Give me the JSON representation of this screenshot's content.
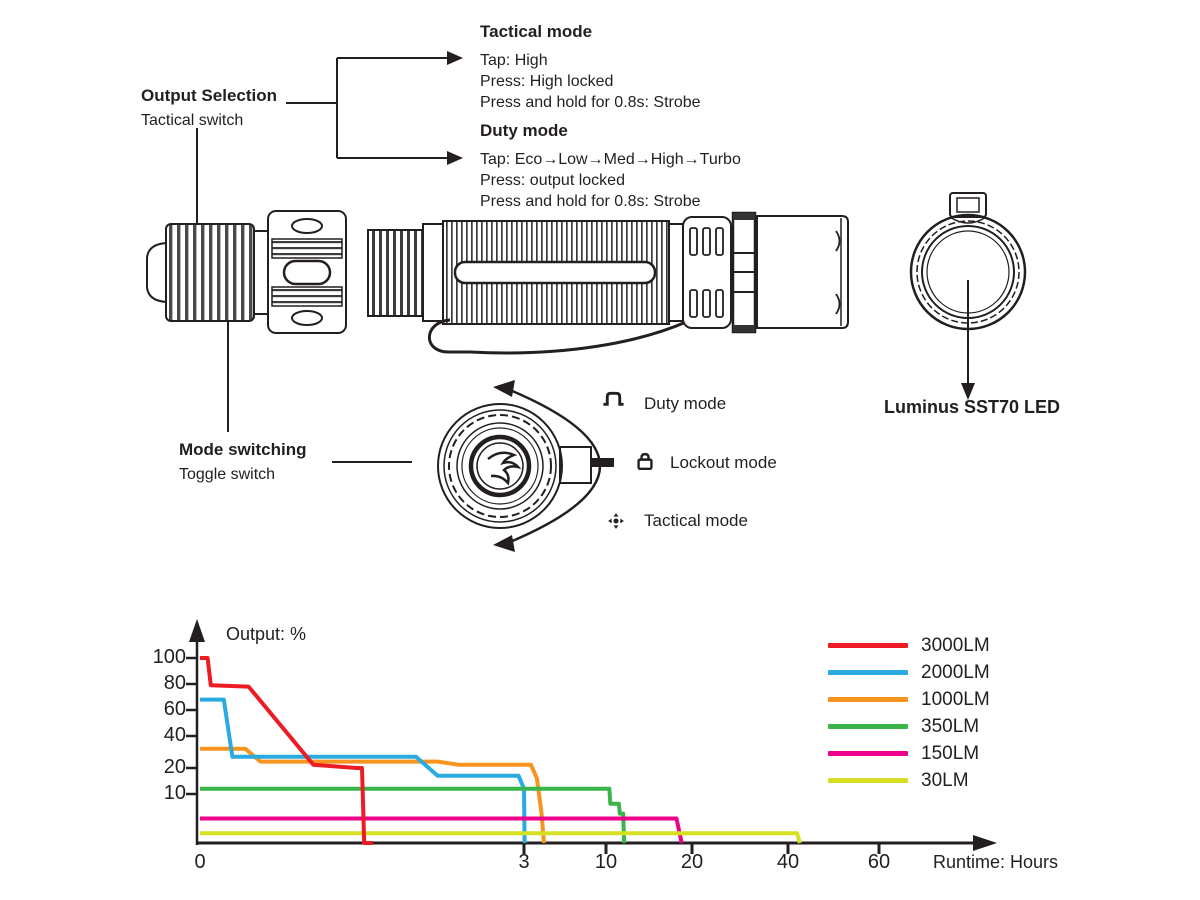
{
  "diagram": {
    "output_selection": {
      "title": "Output Selection",
      "subtitle": "Tactical switch"
    },
    "tactical_mode": {
      "title": "Tactical mode",
      "lines": [
        "Tap: High",
        "Press: High locked",
        "Press and hold for 0.8s: Strobe"
      ]
    },
    "duty_mode": {
      "title": "Duty mode",
      "lines": [
        "Tap: Eco→Low→Med→High→Turbo",
        "Press: output locked",
        "Press and hold for 0.8s: Strobe"
      ]
    },
    "mode_switching": {
      "title": "Mode switching",
      "subtitle": "Toggle switch"
    },
    "led_label": "Luminus SST70 LED",
    "dial_modes": [
      {
        "icon": "cycle-icon",
        "label": "Duty mode"
      },
      {
        "icon": "lock-icon",
        "label": "Lockout mode"
      },
      {
        "icon": "tactical-dot-icon",
        "label": "Tactical mode"
      }
    ]
  },
  "chart_data": {
    "type": "line",
    "title": "",
    "xlabel": "Runtime: Hours",
    "ylabel": "Output: %",
    "grid": false,
    "legend_position": "right",
    "line_color": "#231f20",
    "x_map": [
      [
        0,
        200
      ],
      [
        3,
        524
      ],
      [
        10,
        606
      ],
      [
        20,
        692
      ],
      [
        40,
        788
      ],
      [
        60,
        879
      ]
    ],
    "y_map": [
      [
        0,
        843
      ],
      [
        10,
        794
      ],
      [
        20,
        768
      ],
      [
        40,
        736
      ],
      [
        60,
        710
      ],
      [
        80,
        684
      ],
      [
        100,
        658
      ]
    ],
    "x_ticks": [
      {
        "label": "0",
        "h": 0,
        "tick": false
      },
      {
        "label": "3",
        "h": 3
      },
      {
        "label": "10",
        "h": 10
      },
      {
        "label": "20",
        "h": 20
      },
      {
        "label": "40",
        "h": 40
      },
      {
        "label": "60",
        "h": 60
      }
    ],
    "y_ticks": [
      {
        "label": "100",
        "p": 100
      },
      {
        "label": "80",
        "p": 80
      },
      {
        "label": "60",
        "p": 60
      },
      {
        "label": "40",
        "p": 40
      },
      {
        "label": "20",
        "p": 20
      },
      {
        "label": "10",
        "p": 10
      }
    ],
    "draw_order": [
      2,
      1,
      3,
      4,
      5,
      0
    ],
    "series": [
      {
        "name": "3000LM",
        "color": "#ED1C24",
        "width": 4,
        "points": [
          [
            0,
            100
          ],
          [
            0.07,
            100
          ],
          [
            0.1,
            79
          ],
          [
            0.45,
            78
          ],
          [
            1.05,
            22
          ],
          [
            1.45,
            20
          ],
          [
            1.5,
            20
          ],
          [
            1.52,
            0
          ],
          [
            1.6,
            0
          ]
        ]
      },
      {
        "name": "2000LM",
        "color": "#29ABE2",
        "width": 4,
        "points": [
          [
            0,
            68
          ],
          [
            0.22,
            68
          ],
          [
            0.3,
            27
          ],
          [
            2.0,
            27
          ],
          [
            2.2,
            17
          ],
          [
            2.95,
            17
          ],
          [
            3.0,
            12
          ],
          [
            3.05,
            0
          ]
        ]
      },
      {
        "name": "1000LM",
        "color": "#F7941E",
        "width": 4,
        "points": [
          [
            0,
            32
          ],
          [
            0.42,
            32
          ],
          [
            0.56,
            24
          ],
          [
            2.2,
            24
          ],
          [
            2.4,
            22
          ],
          [
            3.6,
            22
          ],
          [
            4.1,
            16
          ],
          [
            4.5,
            6
          ],
          [
            4.7,
            0
          ]
        ]
      },
      {
        "name": "350LM",
        "color": "#3AB54A",
        "width": 4,
        "points": [
          [
            0,
            12
          ],
          [
            10.4,
            12
          ],
          [
            10.5,
            8
          ],
          [
            11.5,
            8
          ],
          [
            11.6,
            6
          ],
          [
            12.0,
            6
          ],
          [
            12.1,
            0
          ]
        ]
      },
      {
        "name": "150LM",
        "color": "#EC008C",
        "width": 4,
        "points": [
          [
            0,
            5
          ],
          [
            18.2,
            5
          ],
          [
            18.8,
            0
          ]
        ]
      },
      {
        "name": "30LM",
        "color": "#D7DF23",
        "width": 4,
        "points": [
          [
            0,
            2
          ],
          [
            42,
            2
          ],
          [
            42.6,
            0
          ]
        ]
      }
    ]
  }
}
